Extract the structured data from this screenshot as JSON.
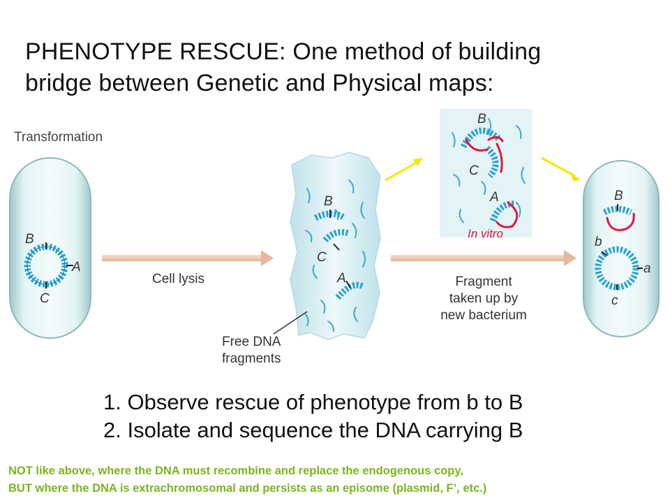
{
  "title": {
    "line1": "PHENOTYPE RESCUE:  One method of building",
    "line2": "bridge between Genetic and Physical maps:"
  },
  "diagram": {
    "heading": "Transformation",
    "arrow1_label": "Cell lysis",
    "arrow2_label": [
      "Fragment",
      "taken up by",
      "new bacterium"
    ],
    "free_dna_label": [
      "Free DNA",
      "fragments"
    ],
    "in_vitro_label": "In vitro",
    "genes": {
      "B": "B",
      "A": "A",
      "C": "C",
      "b": "b",
      "a": "a",
      "c": "c"
    }
  },
  "steps": [
    "1.  Observe rescue of phenotype from b to B",
    "2.  Isolate and sequence the DNA carrying B"
  ],
  "note": {
    "line1": "NOT like above, where the DNA must recombine and replace the endogenous copy,",
    "line2": "BUT where the DNA is extrachromosomal and persists as an episome (plasmid, F’, etc.)"
  },
  "colors": {
    "note_green": "#7ab51d",
    "annotation_red": "#e0183a",
    "yellow_arrow": "#f2e600",
    "dna_blue": "#29a3cf",
    "cell_fill": "#d8eef0"
  }
}
